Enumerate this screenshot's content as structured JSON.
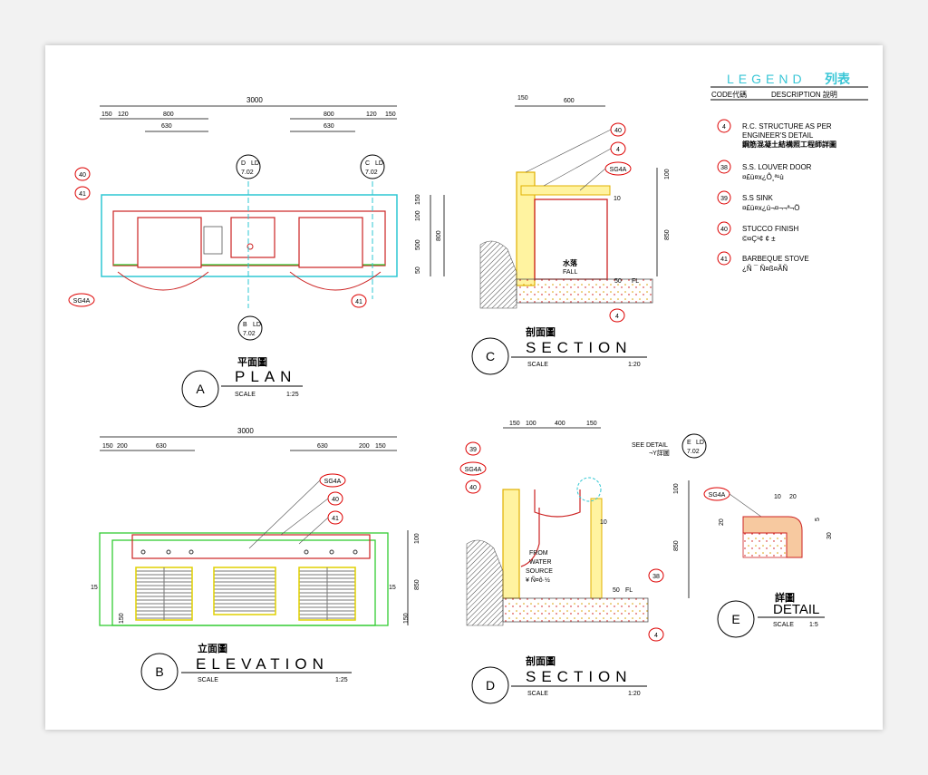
{
  "legend": {
    "title": "LEGEND",
    "title_cn": "列表",
    "code_header": "CODE代碼",
    "desc_header": "DESCRIPTION 說明",
    "items": [
      {
        "code": "4",
        "text": "R.C. STRUCTURE AS PER",
        "text2": "ENGINEER'S DETAIL",
        "text3": "鋼筋混凝土結構照工程師詳圖"
      },
      {
        "code": "38",
        "text": "S.S. LOUVER DOOR",
        "text2": "¤£ù¤x¿Ô¸ª¹ù",
        "text3": ""
      },
      {
        "code": "39",
        "text": "S.S SINK",
        "text2": "¤£ù¤x¿ú¬¤¬¬ª¬Ö",
        "text3": ""
      },
      {
        "code": "40",
        "text": "STUCCO FINISH",
        "text2": "©¤Ç¹¢ ¢ ±",
        "text3": ""
      },
      {
        "code": "41",
        "text": "BARBEQUE STOVE",
        "text2": "¿Ñ ¯ Ñ¤ß¤ÃÑ",
        "text3": ""
      }
    ]
  },
  "plan": {
    "letter": "A",
    "cn": "平面圖",
    "title": "PLAN",
    "scale_label": "SCALE",
    "scale": "1:25",
    "dim_total": "3000",
    "dims_top_left": [
      "150",
      "120",
      "800",
      "630"
    ],
    "dims_top_right": [
      "800",
      "630",
      "120",
      "150"
    ],
    "dims_right": [
      "150",
      "100",
      "500",
      "50",
      "800"
    ],
    "callouts": [
      "40",
      "41",
      "SG4A",
      "41"
    ],
    "section_markers": [
      {
        "letter": "D",
        "ref": "LD",
        "sheet": "7.02"
      },
      {
        "letter": "C",
        "ref": "LD",
        "sheet": "7.02"
      },
      {
        "letter": "B",
        "ref": "LD",
        "sheet": "7.02"
      }
    ]
  },
  "elevation": {
    "letter": "B",
    "cn": "立面圖",
    "title": "ELEVATION",
    "scale_label": "SCALE",
    "scale": "1:25",
    "dim_total": "3000",
    "dims_top_left": [
      "150",
      "200",
      "630"
    ],
    "dims_top_right": [
      "630",
      "200",
      "150"
    ],
    "dims_right": [
      "100",
      "850",
      "150"
    ],
    "dims_left": [
      "15",
      "150"
    ],
    "dim_right_small": "15",
    "callouts": [
      "SG4A",
      "40",
      "41"
    ]
  },
  "section_c": {
    "letter": "C",
    "cn": "剖面圖",
    "title": "SECTION",
    "scale_label": "SCALE",
    "scale": "1:20",
    "dims_top": [
      "150",
      "600"
    ],
    "dims_right": [
      "100",
      "850"
    ],
    "dim_inner": "10",
    "callouts": [
      "40",
      "4",
      "SG4A",
      "4"
    ],
    "fall_cn": "水落",
    "fall": "FALL",
    "fl": "FL",
    "fl_dim": "50"
  },
  "section_d": {
    "letter": "D",
    "cn": "剖面圖",
    "title": "SECTION",
    "scale_label": "SCALE",
    "scale": "1:20",
    "dims_top": [
      "150",
      "100",
      "400",
      "150"
    ],
    "dims_right": [
      "100",
      "850"
    ],
    "dim_inner": "10",
    "callouts": [
      "39",
      "SG4A",
      "40",
      "38",
      "4"
    ],
    "see_detail": "SEE DETAIL",
    "see_detail_cn": "¬Y詳圖",
    "detail_marker": {
      "letter": "E",
      "ref": "LD",
      "sheet": "7.02"
    },
    "water_note": [
      "FROM",
      "WATER",
      "SOURCE",
      "¥ Ñ¤ô·½"
    ],
    "fl": "FL",
    "fl_dim": "50"
  },
  "detail": {
    "letter": "E",
    "cn": "詳圖",
    "title": "DETAIL",
    "scale_label": "SCALE",
    "scale": "1:5",
    "dims_top": [
      "10",
      "20"
    ],
    "dims_left": [
      "20"
    ],
    "dims_right": [
      "5",
      "30"
    ],
    "callout": "SG4A"
  }
}
